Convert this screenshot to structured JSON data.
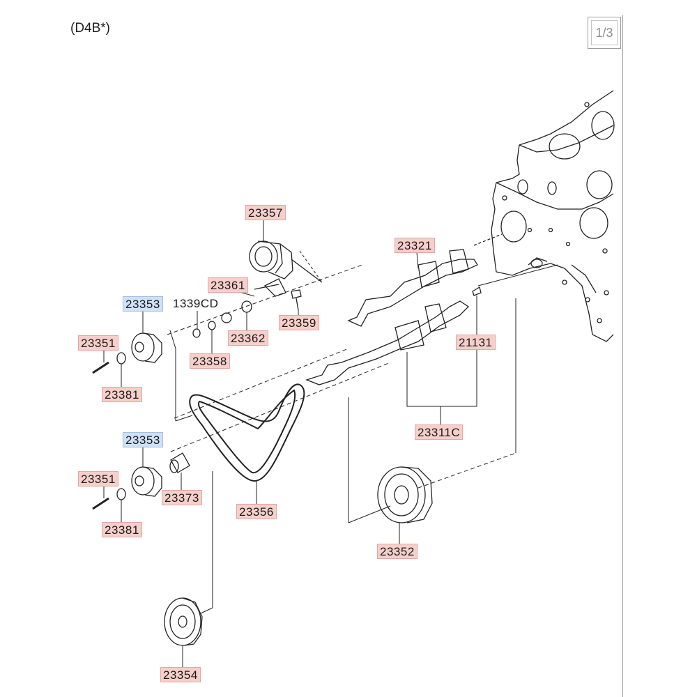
{
  "header": {
    "engine_code": "(D4B*)",
    "page_indicator": "1/3"
  },
  "callouts": {
    "c23357": "23357",
    "c23321": "23321",
    "c23361": "23361",
    "c1339CD": "1339CD",
    "c23353_top": "23353",
    "c23359": "23359",
    "c23362": "23362",
    "c23358": "23358",
    "c21131": "21131",
    "c23351_top": "23351",
    "c23381_top": "23381",
    "c23311C": "23311C",
    "c23353_bottom": "23353",
    "c23351_bottom": "23351",
    "c23373": "23373",
    "c23356": "23356",
    "c23381_bottom": "23381",
    "c23352": "23352",
    "c23354": "23354"
  },
  "colors": {
    "callout_red_bg": "#f6cfcb",
    "callout_blue_bg": "#cfe1f6",
    "line_art": "#222222"
  }
}
